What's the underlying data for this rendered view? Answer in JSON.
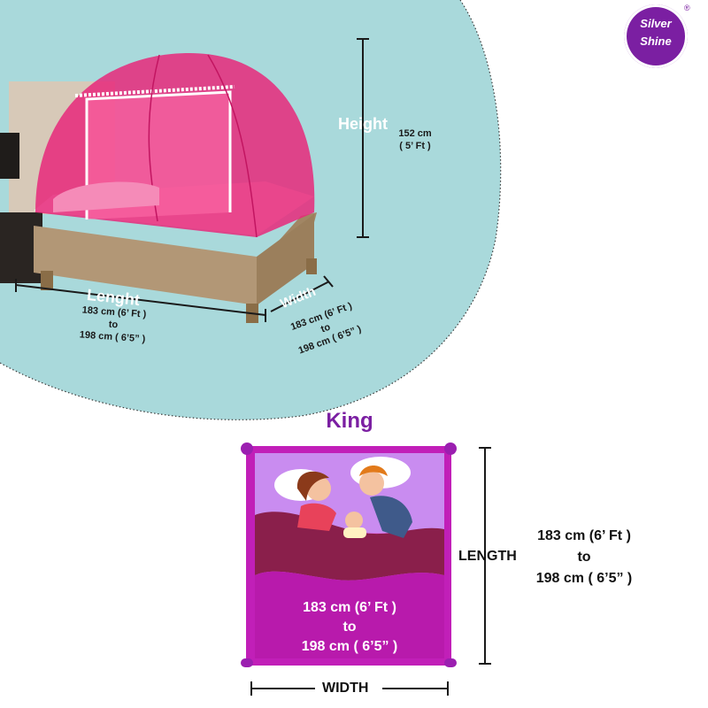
{
  "brand": {
    "line1": "Silver",
    "line2": "Shine",
    "registered": "®"
  },
  "tent_diagram": {
    "height": {
      "label": "Height",
      "value_line1": "152 cm",
      "value_line2": "( 5’ Ft )"
    },
    "length": {
      "label": "Lenght",
      "value_line1": "183 cm (6’ Ft )",
      "value_line2": "to",
      "value_line3": "198 cm ( 6’5” )"
    },
    "width": {
      "label": "Width",
      "value_line1": "183 cm (6’ Ft )",
      "value_line2": "to",
      "value_line3": "198 cm ( 6’5” )"
    }
  },
  "size_card": {
    "title": "King",
    "bed_text_line1": "183 cm (6’ Ft )",
    "bed_text_line2": "to",
    "bed_text_line3": "198 cm ( 6’5” )",
    "length_label": "LENGTH",
    "length_value_line1": "183 cm (6’ Ft )",
    "length_value_line2": "to",
    "length_value_line3": "198 cm ( 6’5” )",
    "width_label": "WIDTH"
  },
  "colors": {
    "backdrop": "#a9d9db",
    "tent_pink": "#e8287a",
    "brand_purple": "#7b1fa2",
    "bed_magenta": "#c11fb8",
    "blanket_maroon": "#8a1f4b"
  }
}
